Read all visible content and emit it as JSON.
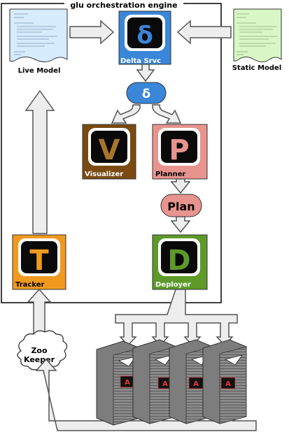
{
  "diagram": {
    "engine_title": "glu orchestration engine",
    "live_model": "Live Model",
    "static_model": "Static Model",
    "delta_service": {
      "symbol": "δ",
      "label": "Delta Srvc"
    },
    "delta_capsule": "δ",
    "visualizer": {
      "symbol": "V",
      "label": "Visualizer"
    },
    "planner": {
      "symbol": "P",
      "label": "Planner"
    },
    "plan": "Plan",
    "tracker": {
      "symbol": "T",
      "label": "Tracker"
    },
    "deployer": {
      "symbol": "D",
      "label": "Deployer"
    },
    "zookeeper": [
      "Zoo",
      "Keeper"
    ],
    "agent_glyph": "A",
    "colors": {
      "delta": "#3a86d9",
      "visualizer": "#7a4a10",
      "visualizer_letter": "#a8762a",
      "planner": "#e8948e",
      "planner_letter": "#e8948e",
      "tracker": "#ef9a1f",
      "tracker_letter": "#ef9a1f",
      "deployer": "#5d9a2a",
      "deployer_letter": "#5d9a2a",
      "plan_pill": "#e8948e",
      "live_doc": "#d6ebfb",
      "static_doc": "#d9f7c6"
    }
  }
}
